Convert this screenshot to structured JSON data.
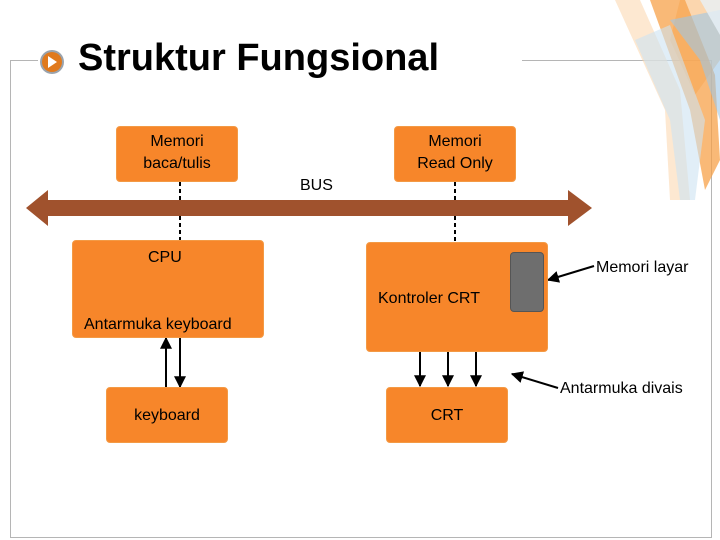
{
  "slide": {
    "title": "Struktur Fungsional"
  },
  "diagram": {
    "bus_label": "BUS",
    "mem_rw_line1": "Memori",
    "mem_rw_line2": "baca/tulis",
    "mem_ro_line1": "Memori",
    "mem_ro_line2": "Read Only",
    "cpu_label": "CPU",
    "keyboard_interface_label": "Antarmuka keyboard",
    "crt_controller_label": "Kontroler CRT",
    "screen_memory_label": "Memori layar",
    "device_interface_label": "Antarmuka divais",
    "keyboard_label": "keyboard",
    "crt_label": "CRT"
  },
  "colors": {
    "box_fill": "#f7862a",
    "bus_fill": "#a0522d",
    "screen_memory_fill": "#6e6e6e",
    "deco_orange": "#f7a24a",
    "deco_blue": "#9fc7e6"
  }
}
